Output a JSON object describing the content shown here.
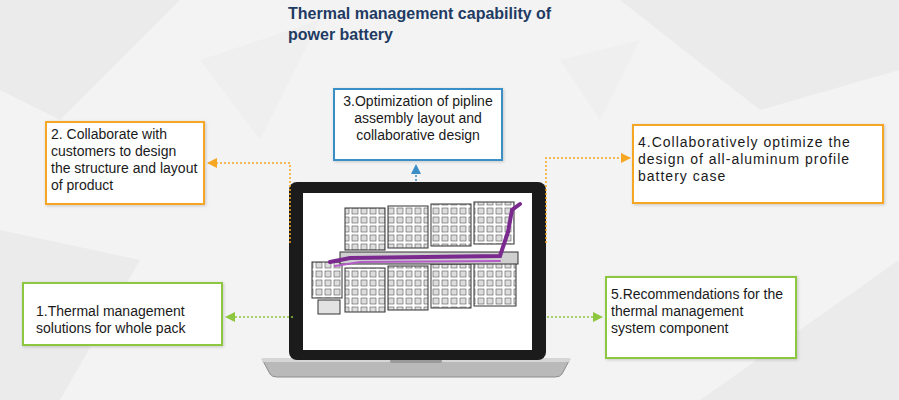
{
  "diagram": {
    "title": "Thermal management capability of power battery",
    "nodes": [
      {
        "text": [
          "3.Optimization of pipline assembly layout and collaborative design"
        ]
      },
      {
        "text": [
          "2. Collaborate with customers to design the structure and layout of product"
        ]
      },
      {
        "text": [
          "4.Collaboratively optimize the design of all-aluminum profile battery case"
        ]
      },
      {
        "text": [
          "5.Recommendations for the thermal management system component"
        ]
      },
      {
        "text": [
          "1.Thermal management solutions for whole pack"
        ]
      }
    ]
  }
}
